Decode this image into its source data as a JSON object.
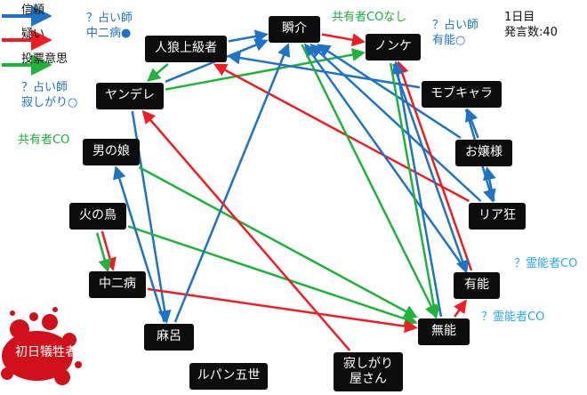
{
  "colors": {
    "trust": "#1f73c4",
    "doubt": "#ee1d24",
    "vote": "#1fb23c",
    "node_bg": "#0d0d0d"
  },
  "legend": {
    "trust": "信頼",
    "doubt": "疑い",
    "vote": "投票意思"
  },
  "info": {
    "day": "1日目",
    "count": "発言数:40"
  },
  "annotations": {
    "top_fortune": [
      "？占い師",
      "中二病●"
    ],
    "left_fortune": [
      "？占い師",
      "寂しがり○"
    ],
    "right_fortune": [
      "？占い師",
      "有能○"
    ],
    "sharer_left": "共有者CO",
    "sharer_top": "共有者COなし",
    "medium_1": "？霊能者CO",
    "medium_2": "？霊能者CO"
  },
  "victim_label": "初日犠牲者",
  "nodes": {
    "jinro": "人狼上級者",
    "shunsuke": "瞬介",
    "nonke": "ノンケ",
    "yandere": "ヤンデレ",
    "mobchara": "モブキャラ",
    "otokonoko": "男の娘",
    "ojousama": "お嬢様",
    "hinotori": "火の鳥",
    "riajuu": "リア狂",
    "chuunibyou": "中二病",
    "yuunou": "有能",
    "maro": "麻呂",
    "munou": "無能",
    "lupin": "ルパン五世",
    "sabishigari": [
      "寂しがり",
      "屋さん"
    ]
  },
  "edges": [
    {
      "from": "shunsuke",
      "to": "nonke",
      "type": "doubt"
    },
    {
      "from": "jinro",
      "to": "shunsuke",
      "type": "trust"
    },
    {
      "from": "jinro",
      "to": "yandere",
      "type": "vote"
    },
    {
      "from": "yandere",
      "to": "shunsuke",
      "type": "trust"
    },
    {
      "from": "yandere",
      "to": "nonke",
      "type": "vote"
    },
    {
      "from": "yandere",
      "to": "maro",
      "type": "trust"
    },
    {
      "from": "mobchara",
      "to": "jinro",
      "type": "trust"
    },
    {
      "from": "mobchara",
      "to": "riajuu",
      "type": "trust"
    },
    {
      "from": "ojousama",
      "to": "mobchara",
      "type": "trust"
    },
    {
      "from": "ojousama",
      "to": "shunsuke",
      "type": "trust"
    },
    {
      "from": "riajuu",
      "to": "ojousama",
      "type": "trust"
    },
    {
      "from": "riajuu",
      "to": "jinro",
      "type": "doubt"
    },
    {
      "from": "riajuu",
      "to": "shunsuke",
      "type": "trust"
    },
    {
      "from": "otokonoko",
      "to": "munou",
      "type": "vote"
    },
    {
      "from": "hinotori",
      "to": "munou",
      "type": "vote"
    },
    {
      "from": "hinotori",
      "to": "chuunibyou",
      "type": "doubt"
    },
    {
      "from": "hinotori",
      "to": "chuunibyou",
      "type": "vote"
    },
    {
      "from": "chuunibyou",
      "to": "munou",
      "type": "doubt"
    },
    {
      "from": "maro",
      "to": "otokonoko",
      "type": "trust"
    },
    {
      "from": "maro",
      "to": "shunsuke",
      "type": "trust"
    },
    {
      "from": "yuunou",
      "to": "shunsuke",
      "type": "trust"
    },
    {
      "from": "yuunou",
      "to": "nonke",
      "type": "doubt"
    },
    {
      "from": "munou",
      "to": "yuunou",
      "type": "doubt"
    },
    {
      "from": "munou",
      "to": "nonke",
      "type": "trust"
    },
    {
      "from": "sabishigari",
      "to": "yandere",
      "type": "doubt"
    },
    {
      "from": "shunsuke",
      "to": "munou",
      "type": "vote"
    },
    {
      "from": "nonke",
      "to": "munou",
      "type": "vote"
    },
    {
      "from": "nonke",
      "to": "yuunou",
      "type": "trust"
    }
  ]
}
